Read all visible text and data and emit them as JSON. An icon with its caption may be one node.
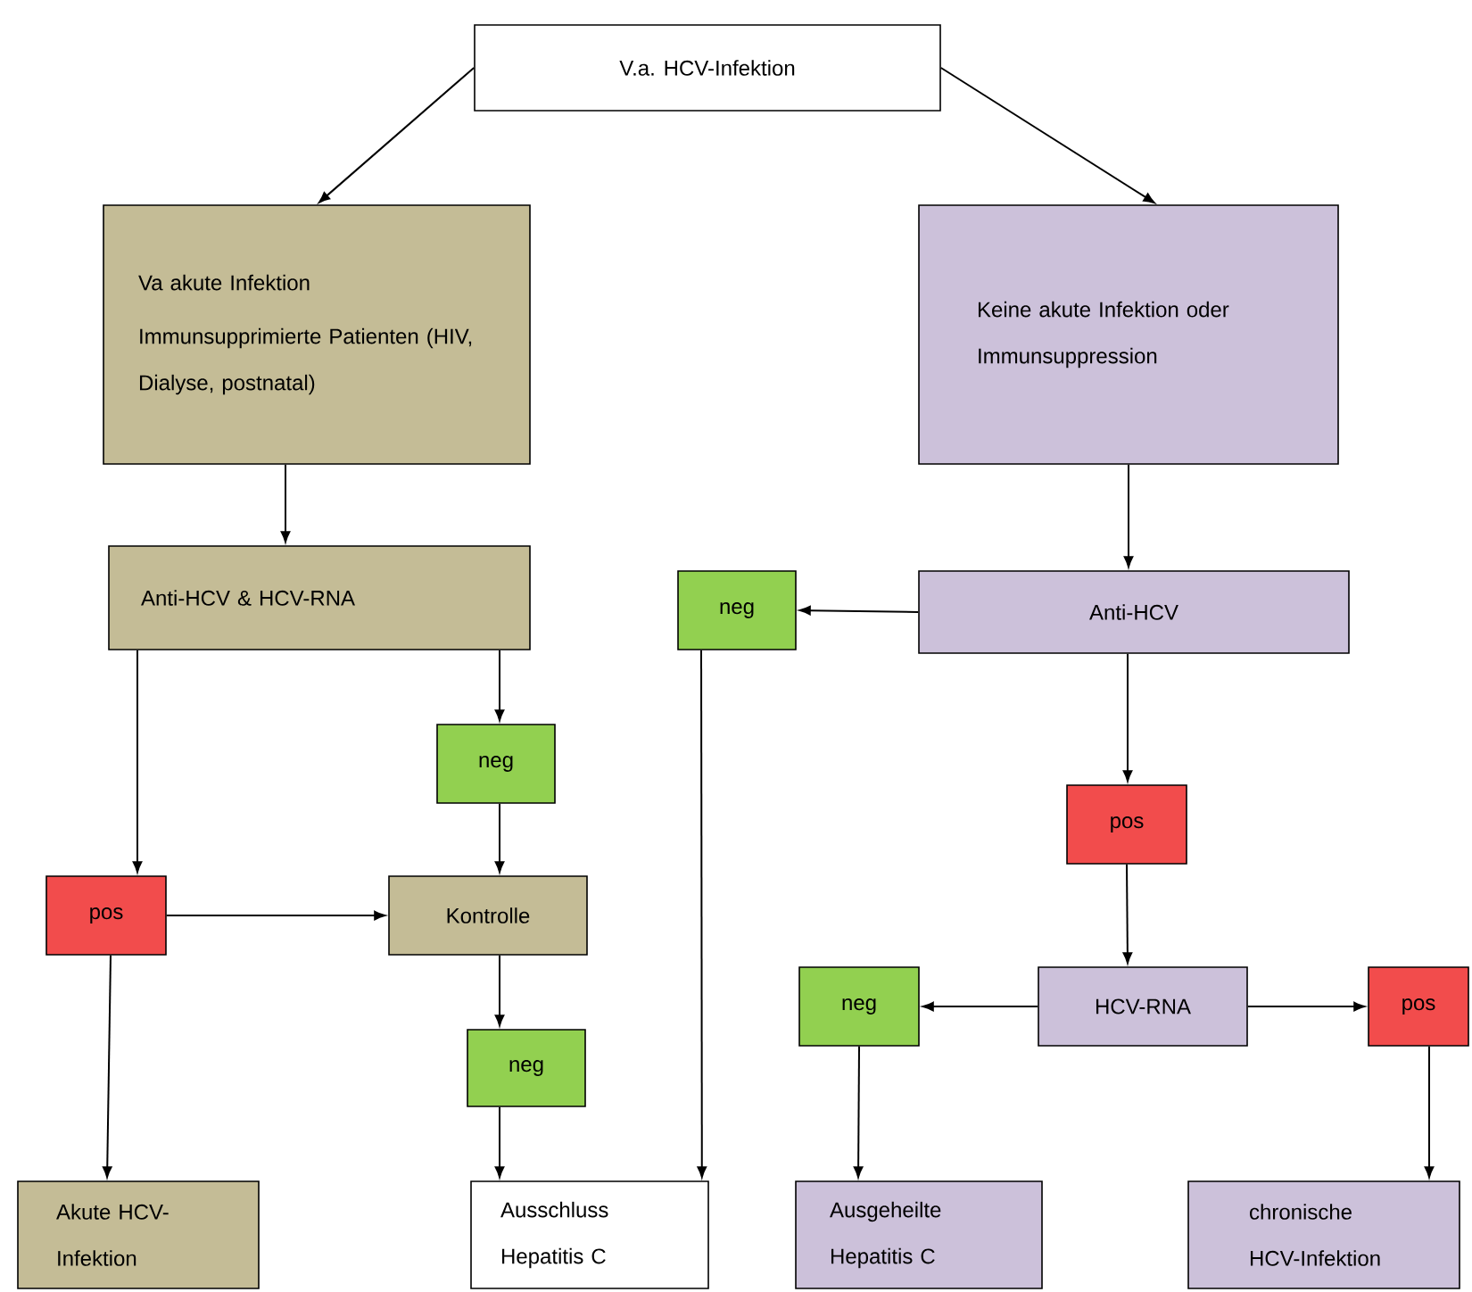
{
  "diagram": {
    "nodes": [
      {
        "text": [
          "V.a. HCV-Infektion"
        ]
      },
      {
        "text": [
          "Va akute Infektion",
          "Immunsupprimierte Patienten (HIV, Dialyse, postnatal)"
        ]
      },
      {
        "text": [
          "Keine akute Infektion oder Immunsuppression"
        ]
      },
      {
        "text": [
          "Anti-HCV & HCV-RNA"
        ]
      },
      {
        "text": [
          "neg"
        ]
      },
      {
        "text": [
          "Anti-HCV"
        ]
      },
      {
        "text": [
          "neg"
        ]
      },
      {
        "text": [
          "pos"
        ]
      },
      {
        "text": [
          "pos"
        ]
      },
      {
        "text": [
          "Kontrolle"
        ]
      },
      {
        "text": [
          "HCV-RNA"
        ]
      },
      {
        "text": [
          "neg"
        ]
      },
      {
        "text": [
          "pos"
        ]
      },
      {
        "text": [
          "neg"
        ]
      },
      {
        "text": [
          "Akute HCV-Infektion"
        ]
      },
      {
        "text": [
          "Ausschluss Hepatitis C"
        ]
      },
      {
        "text": [
          "Ausgeheilte Hepatitis C"
        ]
      },
      {
        "text": [
          "chronische HCV-Infektion"
        ]
      }
    ],
    "edges": [
      {
        "from": 0,
        "to": 1,
        "arrow": "to"
      },
      {
        "from": 0,
        "to": 2,
        "arrow": "to"
      },
      {
        "from": 1,
        "to": 3,
        "arrow": "to"
      },
      {
        "from": 2,
        "to": 5,
        "arrow": "to"
      },
      {
        "from": 5,
        "to": 4,
        "arrow": "to"
      },
      {
        "from": 3,
        "to": 6,
        "arrow": "to"
      },
      {
        "from": 3,
        "to": 8,
        "arrow": "to"
      },
      {
        "from": 6,
        "to": 9,
        "arrow": "to"
      },
      {
        "from": 8,
        "to": 9,
        "arrow": "to"
      },
      {
        "from": 9,
        "to": 13,
        "arrow": "to"
      },
      {
        "from": 4,
        "to": 15,
        "arrow": "to"
      },
      {
        "from": 5,
        "to": 7,
        "arrow": "to"
      },
      {
        "from": 7,
        "to": 10,
        "arrow": "to"
      },
      {
        "from": 13,
        "to": 15,
        "arrow": "to"
      },
      {
        "from": 8,
        "to": 14,
        "arrow": "to"
      },
      {
        "from": 10,
        "to": 11,
        "arrow": "to"
      },
      {
        "from": 10,
        "to": 12,
        "arrow": "to"
      },
      {
        "from": 11,
        "to": 16,
        "arrow": "to"
      },
      {
        "from": 12,
        "to": 17,
        "arrow": "to"
      }
    ]
  }
}
